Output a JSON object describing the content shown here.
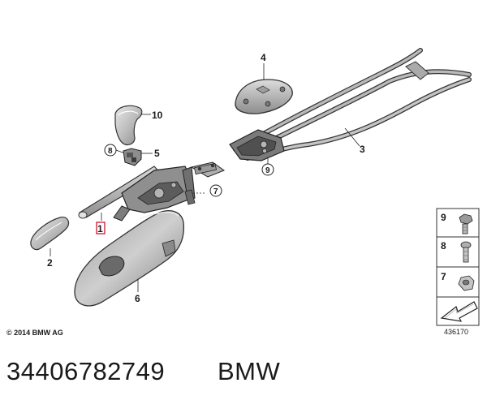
{
  "callouts": {
    "c1": "1",
    "c2": "2",
    "c3": "3",
    "c4": "4",
    "c5": "5",
    "c6": "6",
    "c7": "7",
    "c8": "8",
    "c9": "9",
    "c10": "10",
    "circ8": "8",
    "circ9": "9",
    "circ7": "7"
  },
  "legend": {
    "items": [
      {
        "num": "9",
        "part": "hex-flange-bolt"
      },
      {
        "num": "8",
        "part": "hex-socket-screw"
      },
      {
        "num": "7",
        "part": "hex-nut"
      },
      {
        "num": "",
        "part": "arrow-symbol"
      }
    ]
  },
  "copyright": "© 2014 BMW AG",
  "doc_number": "436170",
  "part_number": "34406782749",
  "brand": "BMW",
  "colors": {
    "part_fill": "#c9c9c9",
    "part_dark": "#6f6f6f",
    "outline": "#333333",
    "highlight": "#d0021b"
  }
}
